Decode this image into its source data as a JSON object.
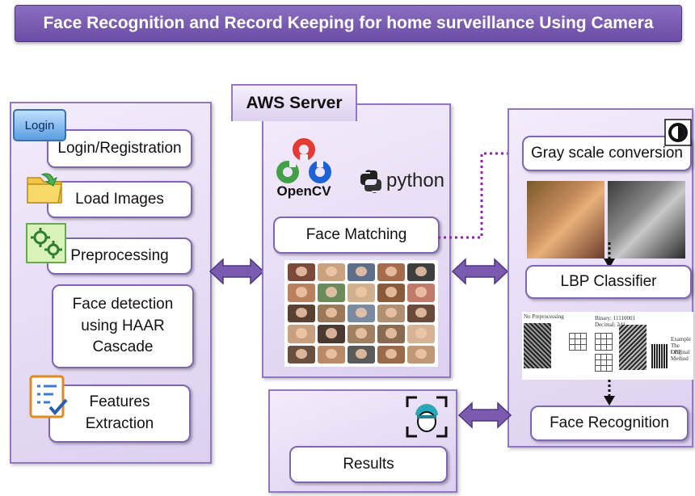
{
  "title": "Face Recognition and Record Keeping for home surveillance Using Camera",
  "left_panel": {
    "login_badge": "Login",
    "login_registration": "Login/Registration",
    "load_images": "Load Images",
    "preprocessing": "Preprocessing",
    "face_detection": "Face detection using HAAR Cascade",
    "features_extraction": "Features Extraction"
  },
  "server_panel": {
    "tab": "AWS Server",
    "opencv_label": "OpenCV",
    "python_label": "python",
    "face_matching": "Face Matching"
  },
  "right_panel": {
    "gray_scale": "Gray scale conversion",
    "lbp_classifier": "LBP Classifier",
    "face_recognition": "Face Recognition",
    "lbp_figure": {
      "pre": "No Preprocessing",
      "binary": "Binary: 11110001",
      "decimal": "Decimal: 241",
      "example": "Example",
      "original": "The Original",
      "method": "LBP Method"
    }
  },
  "results_panel": {
    "results": "Results"
  },
  "colors": {
    "banner": "#6b4da5",
    "panel_border": "#8f78bf",
    "arrow": "#7a5bb0"
  }
}
